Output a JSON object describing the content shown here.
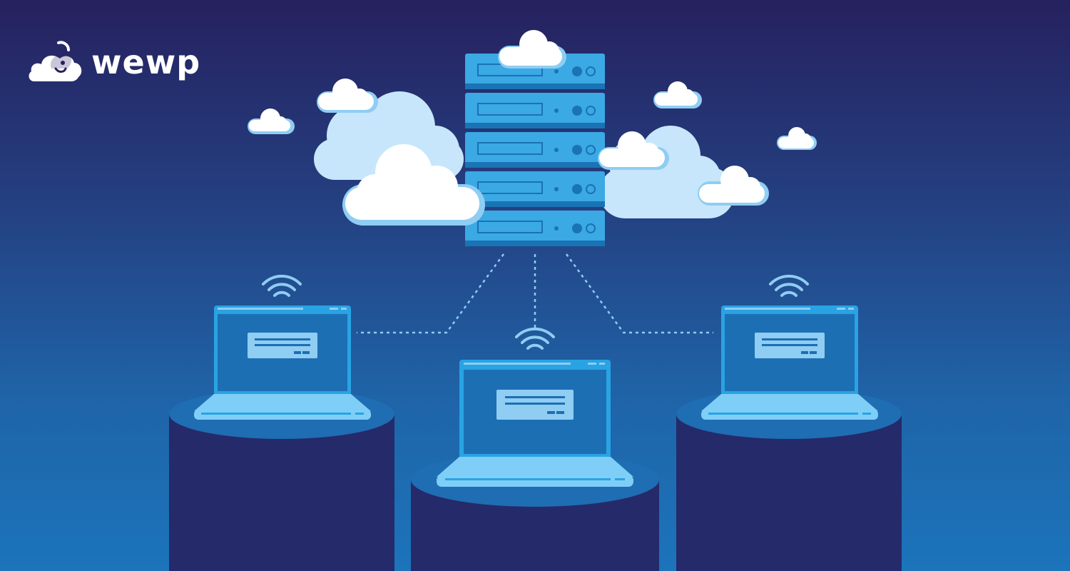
{
  "brand": {
    "name": "wewp",
    "logo_icon": "elephant-cloud-icon"
  },
  "scene": {
    "server": {
      "units": 5,
      "icon": "server-rack-icon"
    },
    "clients": [
      {
        "id": "left",
        "icon": "laptop-icon",
        "signal_icon": "wifi-icon"
      },
      {
        "id": "center",
        "icon": "laptop-icon",
        "signal_icon": "wifi-icon"
      },
      {
        "id": "right",
        "icon": "laptop-icon",
        "signal_icon": "wifi-icon"
      }
    ],
    "clouds_icon": "cloud-icon"
  },
  "colors": {
    "bg_top": "#26215f",
    "bg_bottom": "#1c74bb",
    "server_face": "#3aa9e4",
    "server_dark": "#1a73b4",
    "cloud_white": "#ffffff",
    "cloud_light": "#c7e6fb",
    "cloud_shadow": "#8fcdf3",
    "laptop_frame": "#29a3e3",
    "laptop_screen": "#1d6fb3",
    "laptop_base": "#7fcef7",
    "pedestal_top": "#1f6db2",
    "pedestal_body": "#252a6a",
    "connector": "#8fcdf3"
  }
}
